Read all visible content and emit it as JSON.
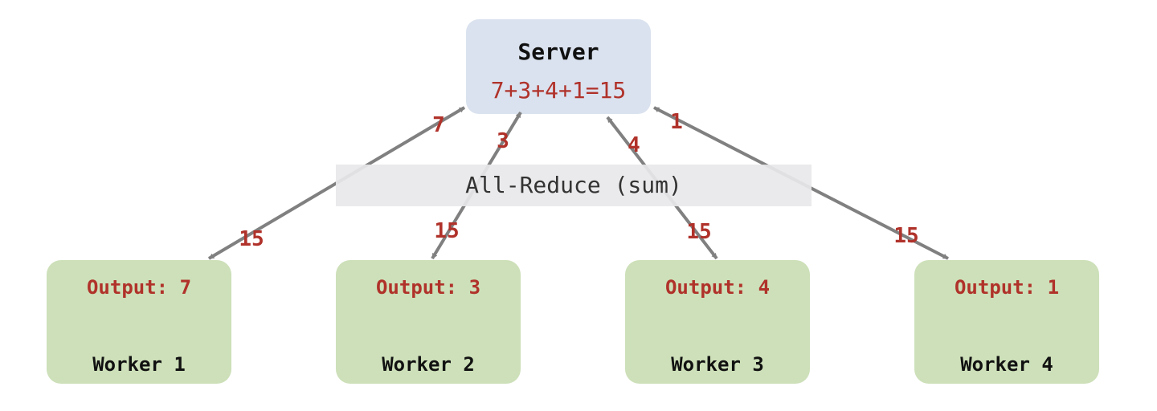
{
  "server": {
    "title": "Server",
    "sum": "7+3+4+1=15"
  },
  "operation": {
    "label": "All-Reduce (sum)"
  },
  "workers": [
    {
      "name": "Worker 1",
      "output": "Output: 7",
      "send": "7",
      "receive": "15"
    },
    {
      "name": "Worker 2",
      "output": "Output: 3",
      "send": "3",
      "receive": "15"
    },
    {
      "name": "Worker 3",
      "output": "Output: 4",
      "send": "4",
      "receive": "15"
    },
    {
      "name": "Worker 4",
      "output": "Output: 1",
      "send": "1",
      "receive": "15"
    }
  ],
  "colors": {
    "server_fill": "#dae2ef",
    "worker_fill": "#cde0b9",
    "value_text": "#b0322a",
    "arrow": "#808080",
    "band_fill": "#e8e8ea"
  }
}
